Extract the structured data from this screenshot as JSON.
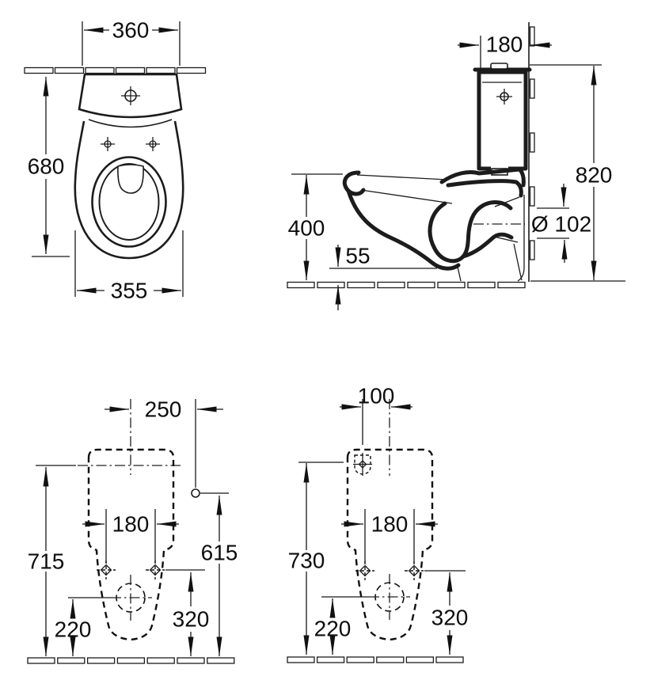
{
  "front_view": {
    "top_width": "360",
    "overall_height": "680",
    "base_width": "355"
  },
  "side_view": {
    "cistern_depth": "180",
    "overall_height": "820",
    "rim_height": "400",
    "outlet_bottom_clearance": "55",
    "outlet_diameter": "Ø 102"
  },
  "rear_view_left": {
    "water_supply_offset": "250",
    "fixing_hole_spacing": "180",
    "body_top_height": "715",
    "water_supply_height": "615",
    "fixing_hole_height": "320",
    "outlet_height": "220"
  },
  "rear_view_right": {
    "water_inlet_offset": "100",
    "fixing_hole_spacing": "180",
    "water_inlet_height": "730",
    "fixing_hole_height": "320",
    "outlet_height": "220"
  }
}
